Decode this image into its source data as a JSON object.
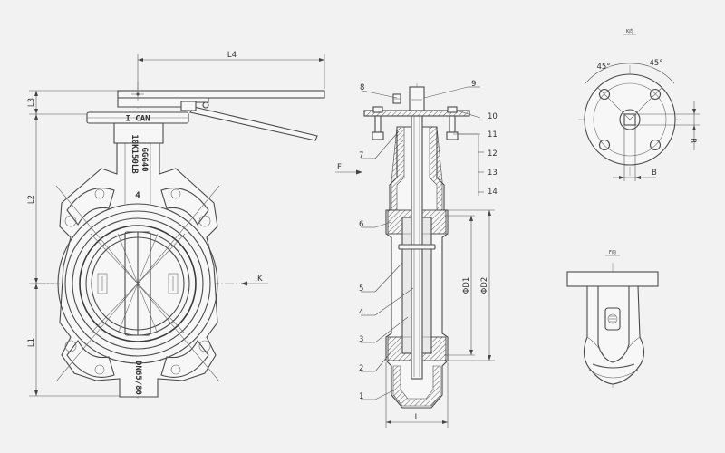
{
  "front_view": {
    "dim_l4": "L4",
    "dim_l3": "L3",
    "dim_l2": "L2",
    "dim_l1": "L1",
    "marker_k": "K",
    "cast_brand": "I CAN",
    "cast_rating": "10K150LB",
    "cast_material": "GGG40",
    "cast_number": "4",
    "cast_size": "DN65/80"
  },
  "section_view": {
    "marker_f": "F",
    "dim_l": "L",
    "dim_d1": "ΦD1",
    "dim_d2": "ΦD2",
    "parts_left": [
      "8",
      "7",
      "6",
      "5",
      "4",
      "3",
      "2",
      "1"
    ],
    "parts_right": [
      "9",
      "10",
      "11",
      "12",
      "13",
      "14"
    ]
  },
  "top_view": {
    "view_label": "K向",
    "angle_left": "45°",
    "angle_right": "45°",
    "dim_b_bottom": "B",
    "dim_b_side": "B"
  },
  "side_view": {
    "view_label": "F向"
  }
}
